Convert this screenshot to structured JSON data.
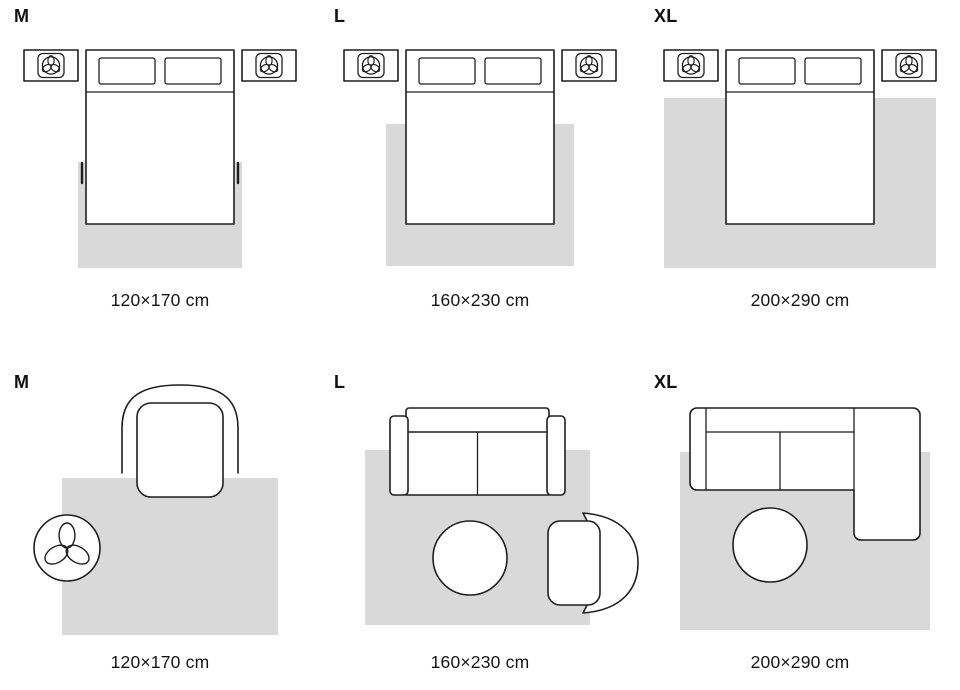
{
  "colors": {
    "rug_fill": "#d9d9d9",
    "outline": "#1f1f1f",
    "background": "#ffffff",
    "text": "#111111"
  },
  "icons": {
    "nightstand_decor": "plant-trefoil-icon",
    "floor_decor": "plant-trefoil-icon"
  },
  "panels": [
    {
      "room": "bedroom",
      "size_label": "M",
      "dimensions": "120×170 cm"
    },
    {
      "room": "bedroom",
      "size_label": "L",
      "dimensions": "160×230 cm"
    },
    {
      "room": "bedroom",
      "size_label": "XL",
      "dimensions": "200×290 cm"
    },
    {
      "room": "living-room",
      "size_label": "M",
      "dimensions": "120×170 cm"
    },
    {
      "room": "living-room",
      "size_label": "L",
      "dimensions": "160×230 cm"
    },
    {
      "room": "living-room",
      "size_label": "XL",
      "dimensions": "200×290 cm"
    }
  ]
}
